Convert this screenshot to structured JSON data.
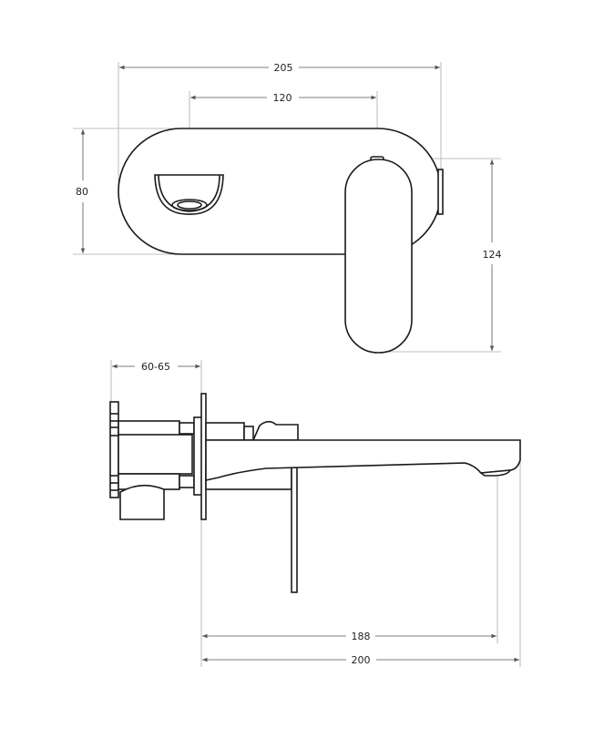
{
  "dimensions": {
    "overall_width": "205",
    "outlet_spacing": "120",
    "plate_height": "80",
    "handle_height": "124",
    "wall_depth": "60-65",
    "outlet_projection": "188",
    "spout_length": "200"
  }
}
